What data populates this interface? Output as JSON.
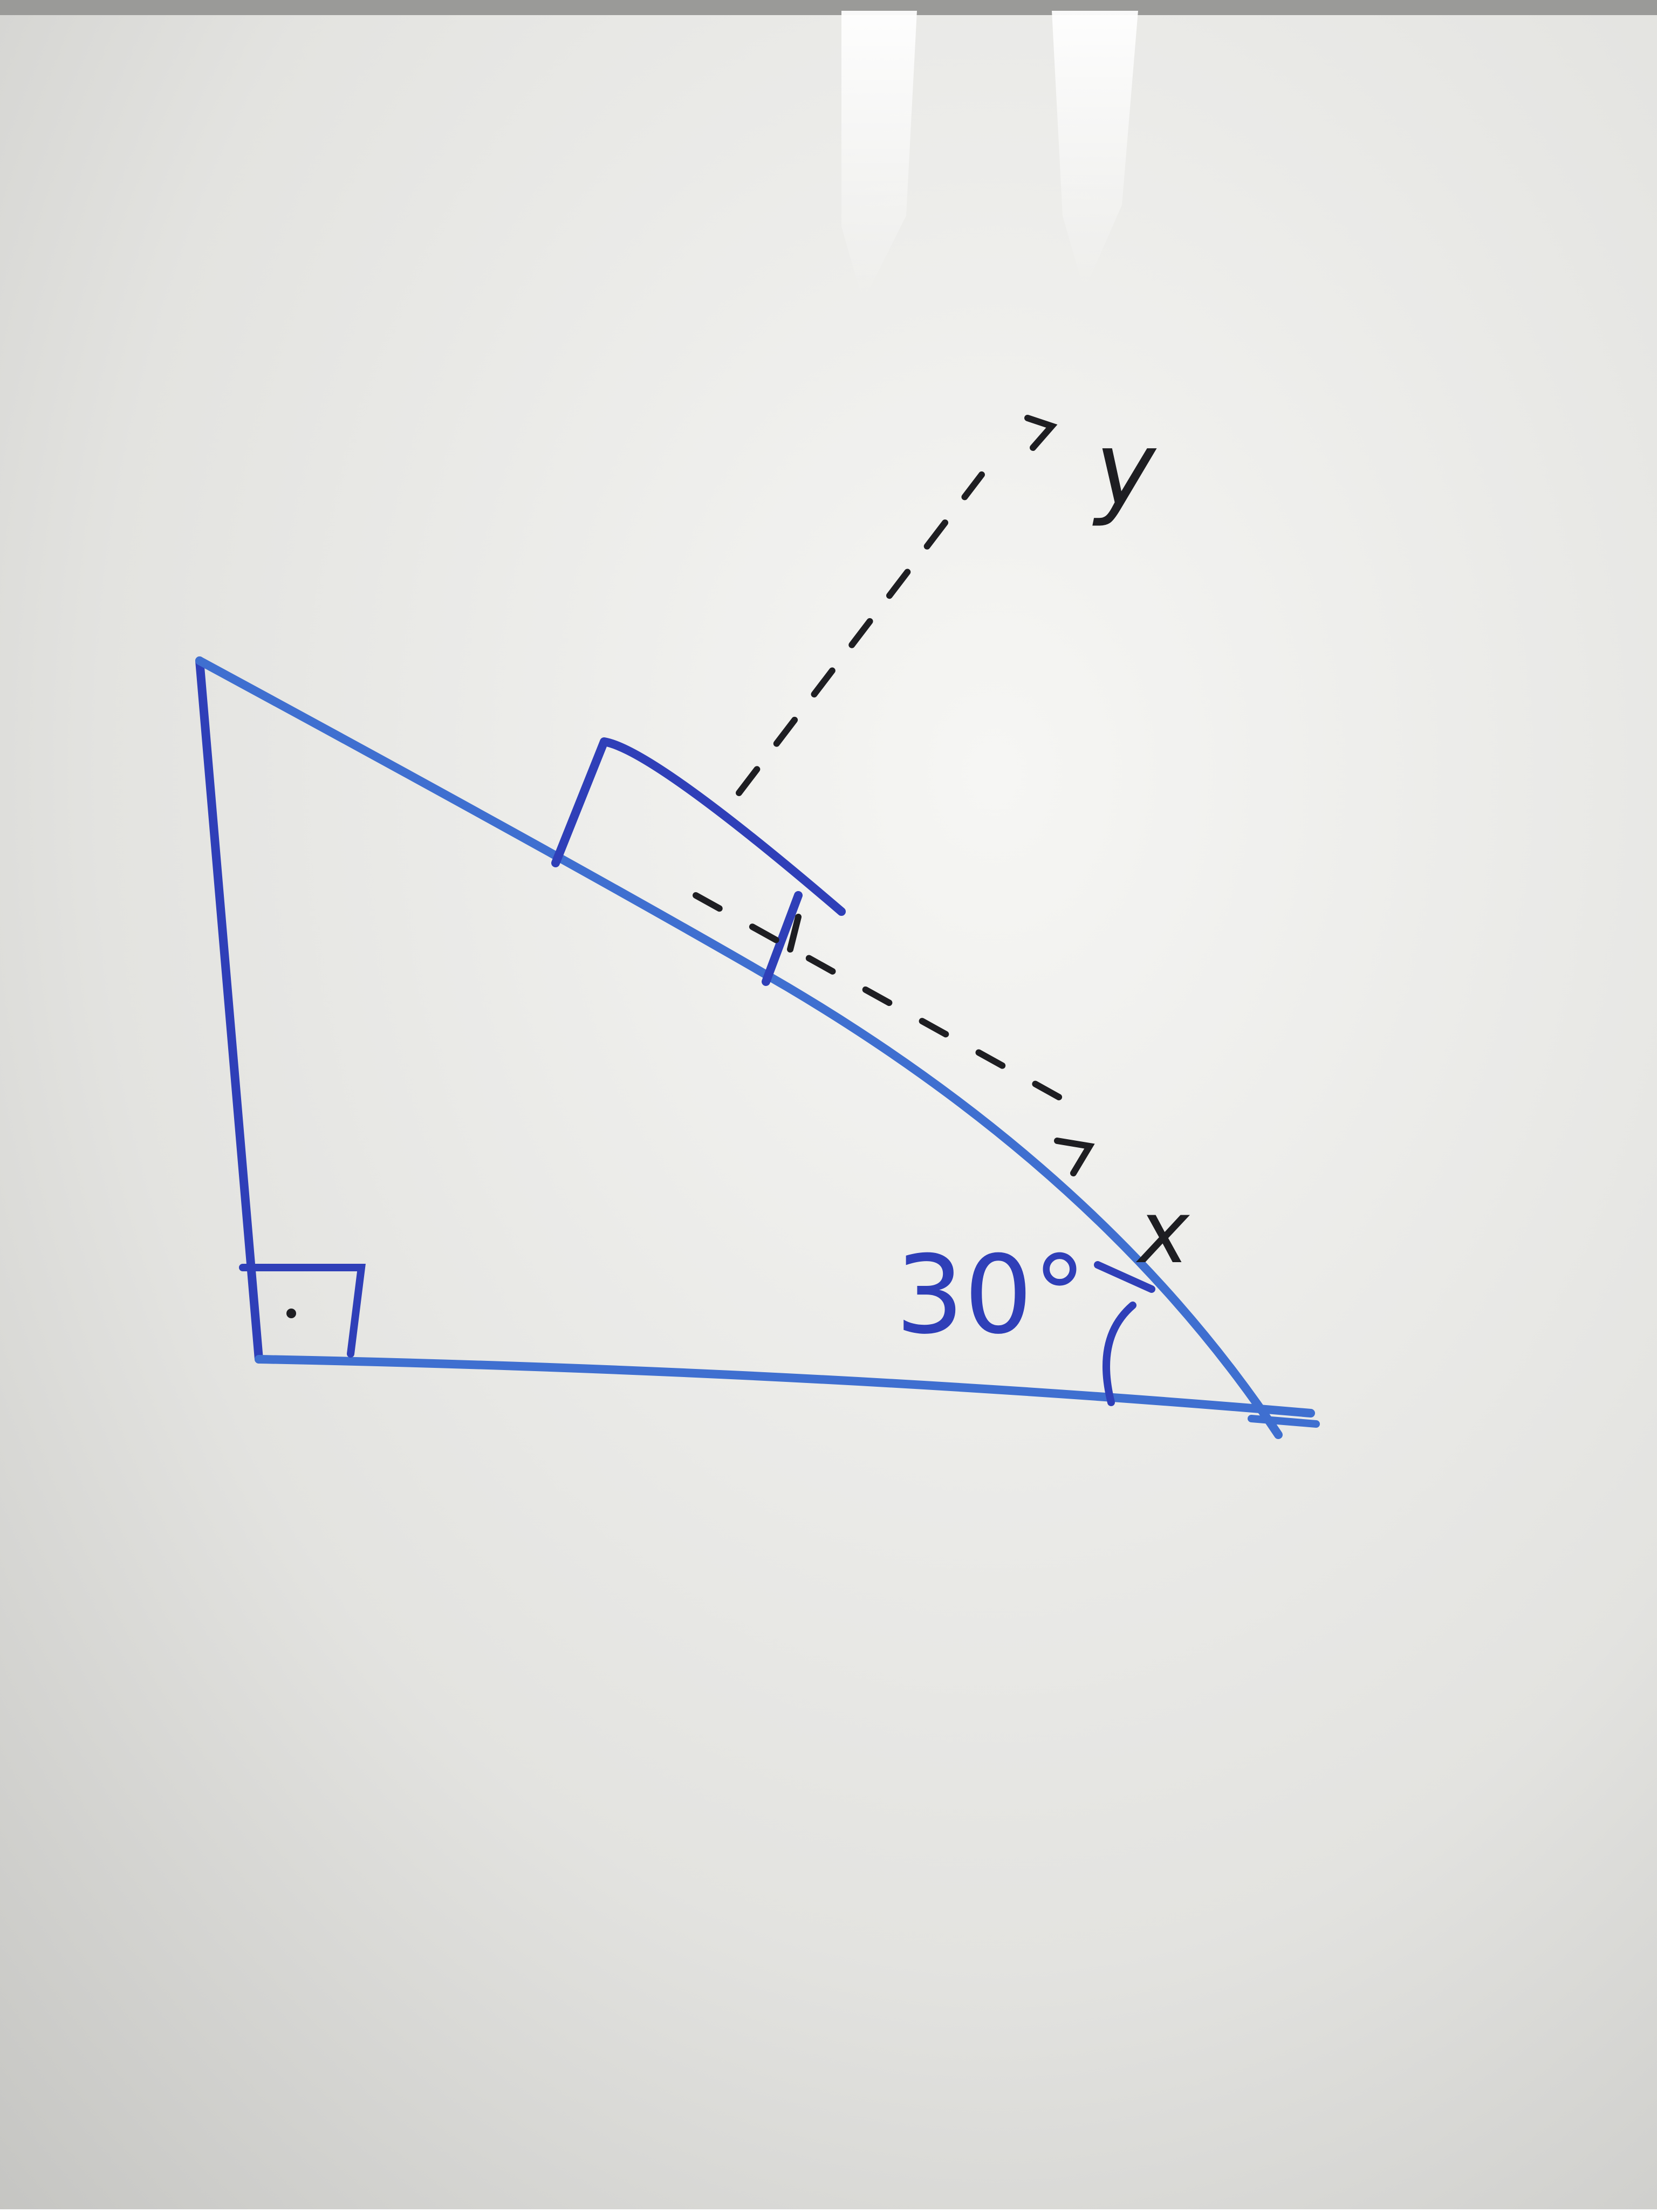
{
  "diagram": {
    "angle_label": "30°",
    "axis_x_label": "x",
    "axis_y_label": "y",
    "right_angle_marker": "right-angle",
    "colors": {
      "ink_blue": "#2f3fb8",
      "ink_blue_light": "#3f6fd0",
      "ink_black": "#1e1e22",
      "board_light": "#f4f4f2",
      "board_dark": "#c9c9c6"
    }
  }
}
